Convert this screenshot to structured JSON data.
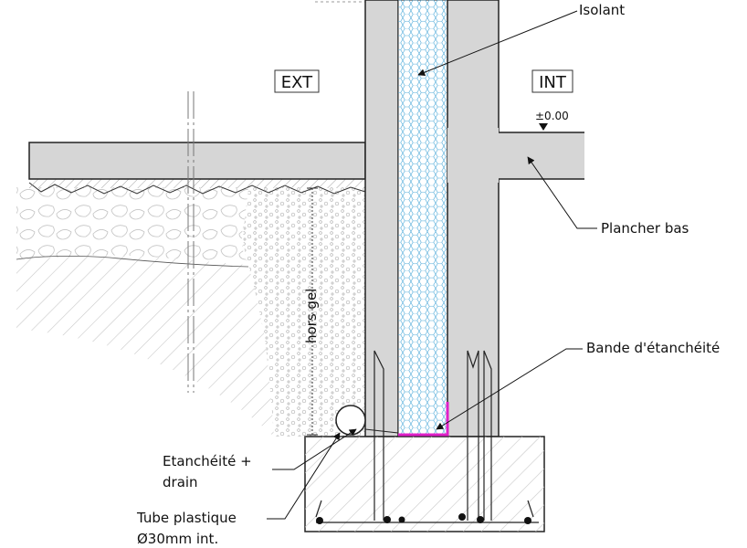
{
  "labels": {
    "ext": "EXT",
    "int": "INT",
    "level": "±0.00",
    "isolant": "Isolant",
    "plancher": "Plancher bas",
    "bande": "Bande d'étanchéité",
    "frost": "hors gel",
    "drain_line1": "Etanchéité +",
    "drain_line2": "drain",
    "tube_line1": "Tube plastique",
    "tube_line2": "Ø30mm int."
  },
  "colors": {
    "insulation_hex": "#4aa8d8",
    "membrane": "#e020c8",
    "concrete": "#d6d6d6"
  }
}
